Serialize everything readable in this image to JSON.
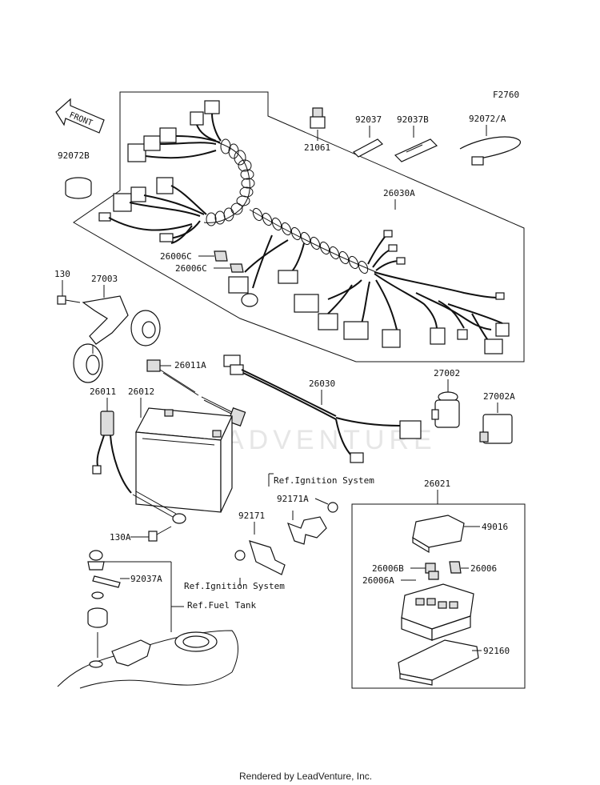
{
  "figure_id": "F2760",
  "front_label": "FRONT",
  "watermark": "ADVENTURE",
  "footer": "Rendered by LeadVenture, Inc.",
  "parts": {
    "p92072B": "92072B",
    "p21061": "21061",
    "p92037": "92037",
    "p92037B": "92037B",
    "p92072A": "92072/A",
    "p26030A": "26030A",
    "p26006C_1": "26006C",
    "p26006C_2": "26006C",
    "p130": "130",
    "p27003": "27003",
    "p26011A": "26011A",
    "p26030": "26030",
    "p27002": "27002",
    "p27002A": "27002A",
    "p26011": "26011",
    "p26012": "26012",
    "p92171A": "92171A",
    "p26021": "26021",
    "p49016": "49016",
    "p92171": "92171",
    "p130A": "130A",
    "p26006B": "26006B",
    "p26006": "26006",
    "p26006A": "26006A",
    "p92037A": "92037A",
    "p92160": "92160"
  },
  "refs": {
    "ignition_1": "Ref.Ignition System",
    "ignition_2": "Ref.Ignition System",
    "fuel_tank": "Ref.Fuel Tank"
  }
}
